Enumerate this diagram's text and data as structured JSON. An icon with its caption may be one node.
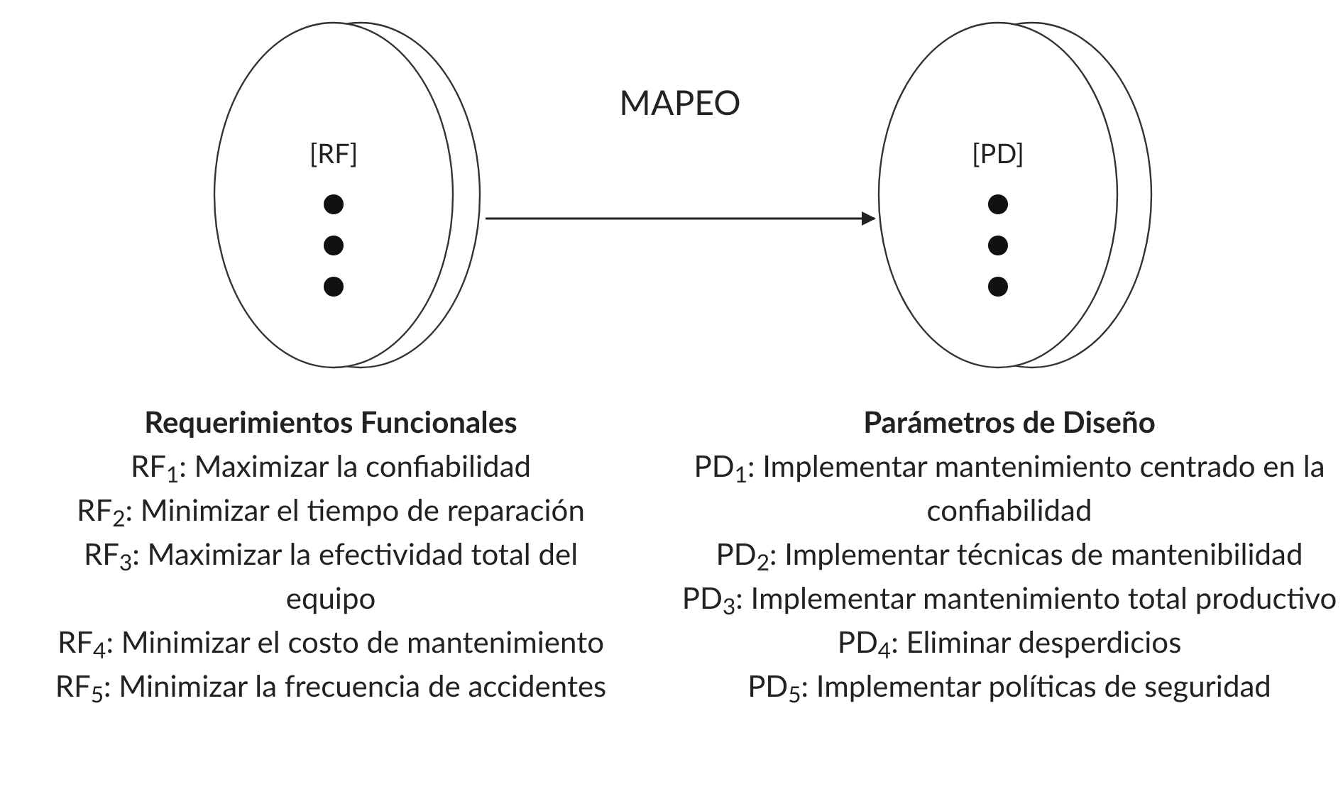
{
  "diagram": {
    "nodes": [
      {
        "text": [
          "[RF]"
        ],
        "beside": [
          "Requerimientos Funcionales",
          "RF$_{1}$: Maximizar la confiabilidad",
          "RF$_{2}$: Minimizar el tiempo de reparación",
          "RF$_{3}$: Maximizar la efectividad total del equipo",
          "RF$_{4}$: Minimizar el costo de mantenimiento",
          "RF$_{5}$: Minimizar la frecuencia de accidentes"
        ]
      },
      {
        "text": [
          "[PD]"
        ],
        "beside": [
          "Parámetros de Diseño",
          "PD$_{1}$: Implementar mantenimiento centrado en la confiabilidad",
          "PD$_{2}$: Implementar técnicas de mantenibilidad",
          "PD$_{3}$: Implementar mantenimiento total productivo",
          "PD$_{4}$: Eliminar desperdicios",
          "PD$_{5}$: Implementar políticas de seguridad"
        ]
      }
    ],
    "edges": [
      {
        "from": 0,
        "to": 1,
        "arrow": "to",
        "label": "MAPEO"
      }
    ]
  }
}
